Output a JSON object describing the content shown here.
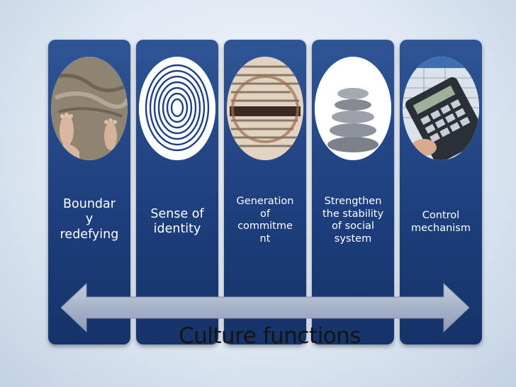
{
  "cards": [
    {
      "label": "Boundar\ny\nredefying",
      "image": "footprints-in-sand"
    },
    {
      "label": "Sense of\nidentity",
      "image": "fingerprint"
    },
    {
      "label": "Generation\nof\ncommitme\nnt",
      "image": "dictionary-magnified"
    },
    {
      "label": "Strengthen\nthe stability\nof social\nsystem",
      "image": "stacked-stones"
    },
    {
      "label": "Control\nmechanism",
      "image": "calculator-and-spreadsheet"
    }
  ],
  "footer": {
    "title": "Culture functions"
  },
  "colors": {
    "card": "#1d3f7d",
    "arrow": "#a6b3c9",
    "background": "#dfe8f3"
  }
}
